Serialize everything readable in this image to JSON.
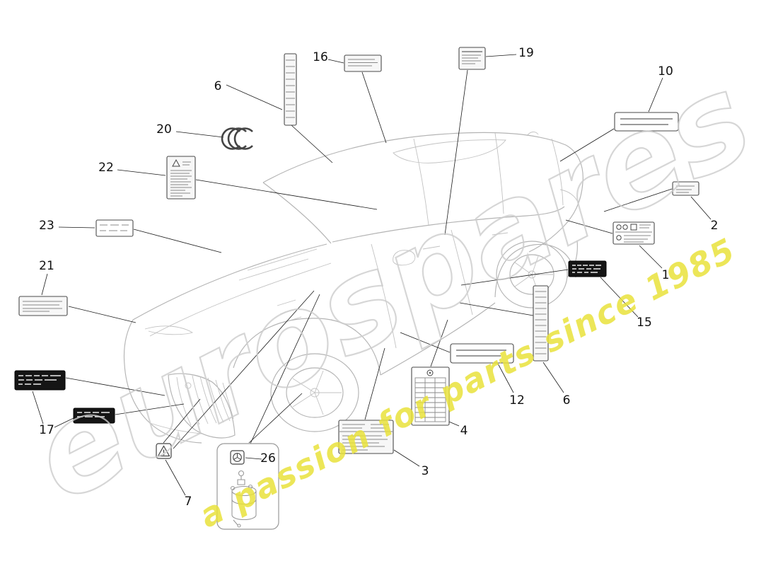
{
  "watermark": {
    "brand": "eurospares",
    "tagline": "a passion for parts since 1985"
  },
  "callouts": [
    {
      "label": "6",
      "position": "top-left-strip"
    },
    {
      "label": "16",
      "position": "top-center"
    },
    {
      "label": "19",
      "position": "top-right"
    },
    {
      "label": "10",
      "position": "upper-right"
    },
    {
      "label": "20",
      "position": "ccc-mark"
    },
    {
      "label": "22",
      "position": "left-upper"
    },
    {
      "label": "23",
      "position": "left-middle"
    },
    {
      "label": "2",
      "position": "right-upper"
    },
    {
      "label": "1",
      "position": "right-middle"
    },
    {
      "label": "21",
      "position": "left-lower"
    },
    {
      "label": "15",
      "position": "right-lower"
    },
    {
      "label": "6",
      "position": "right-strip"
    },
    {
      "label": "12",
      "position": "lower-right"
    },
    {
      "label": "4",
      "position": "bottom-center-right"
    },
    {
      "label": "17",
      "position": "bottom-left"
    },
    {
      "label": "3",
      "position": "bottom-center"
    },
    {
      "label": "7",
      "position": "bottom-left-icon"
    },
    {
      "label": "26",
      "position": "bottom-detail-box"
    }
  ],
  "icons": {
    "ccc-certification-icon": "CCC concentric arcs",
    "warning-triangle-icon": "⚠",
    "refrigerant-fan-icon": "✻",
    "recycle-triangle-icon": "△"
  },
  "colors": {
    "background": "#ffffff",
    "leader_lines": "#1a1a1a",
    "vehicle_outline": "#b4b4b4",
    "watermark_brand": "#cdcdcd",
    "watermark_tagline": "#e9e23b",
    "dark_sticker": "#151515"
  }
}
